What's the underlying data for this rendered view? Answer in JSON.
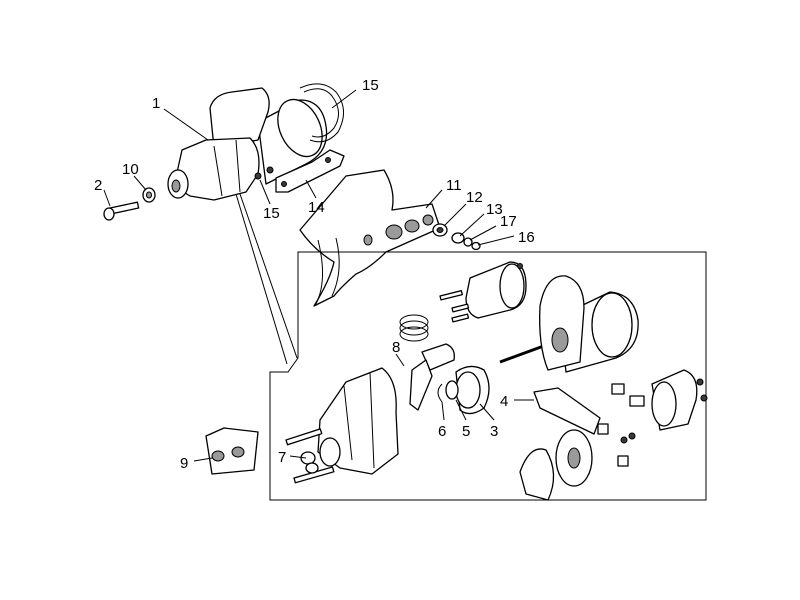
{
  "callouts": {
    "c1": "1",
    "c2": "2",
    "c3": "3",
    "c4": "4",
    "c5": "5",
    "c6": "6",
    "c7": "7",
    "c8": "8",
    "c9": "9",
    "c10": "10",
    "c11": "11",
    "c12": "12",
    "c13": "13",
    "c14": "14",
    "c15a": "15",
    "c15b": "15",
    "c16": "16",
    "c17": "17"
  },
  "colors": {
    "line": "#000000",
    "shade": "#9a9a9a",
    "background": "#ffffff"
  }
}
